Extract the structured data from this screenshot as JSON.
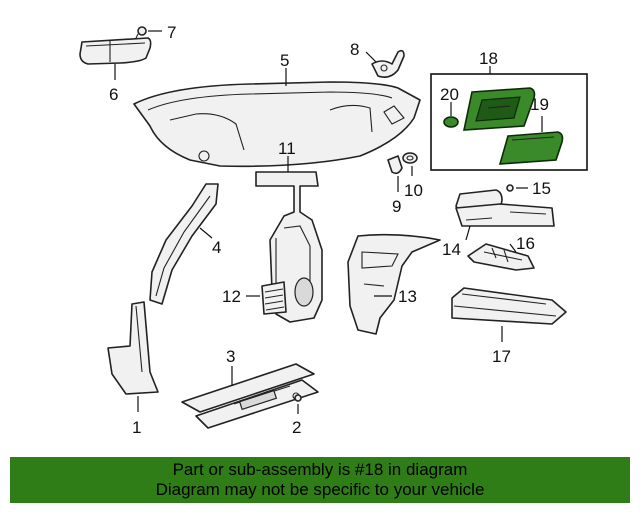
{
  "callouts": {
    "c1": "1",
    "c2": "2",
    "c3": "3",
    "c4": "4",
    "c5": "5",
    "c6": "6",
    "c7": "7",
    "c8": "8",
    "c9": "9",
    "c10": "10",
    "c11": "11",
    "c12": "12",
    "c13": "13",
    "c14": "14",
    "c15": "15",
    "c16": "16",
    "c17": "17",
    "c18": "18",
    "c19": "19",
    "c20": "20"
  },
  "highlight_color": "#2e7d16",
  "banner": {
    "line1": "Part or sub-assembly is #18 in diagram",
    "line2": "Diagram may not be specific to your vehicle"
  }
}
